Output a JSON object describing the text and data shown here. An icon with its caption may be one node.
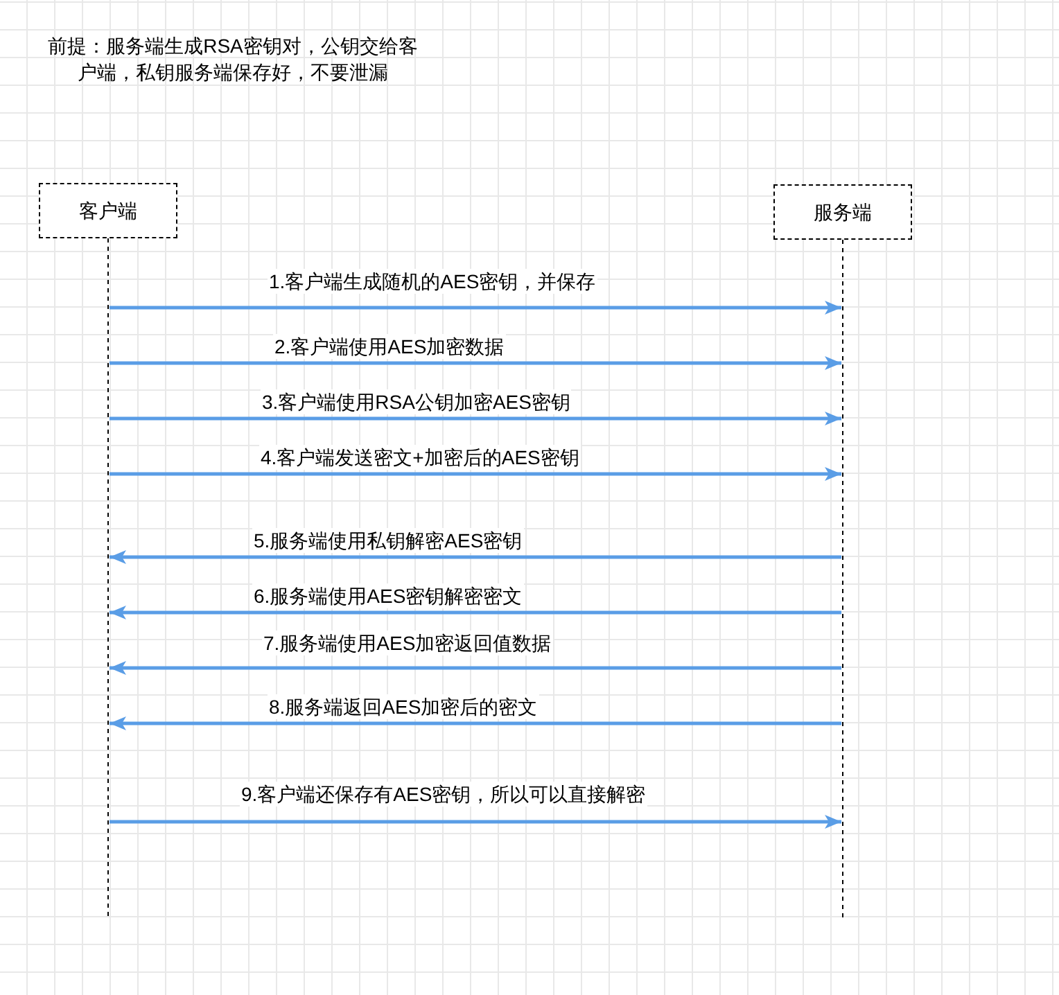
{
  "diagram": {
    "nodes": [
      {
        "text": [
          "客户端"
        ]
      },
      {
        "text": [
          "服务端"
        ]
      },
      {
        "text": [],
        "shape": "line"
      },
      {
        "text": [],
        "shape": "line"
      }
    ],
    "edges": [
      {
        "from": 2,
        "to": 3,
        "arrow": "to",
        "label": "1.客户端生成随机的AES密钥，并保存"
      },
      {
        "from": 2,
        "to": 3,
        "arrow": "to",
        "label": "2.客户端使用AES加密数据"
      },
      {
        "from": 2,
        "to": 3,
        "arrow": "to",
        "label": "3.客户端使用RSA公钥加密AES密钥"
      },
      {
        "from": 2,
        "to": 3,
        "arrow": "to",
        "label": "4.客户端发送密文+加密后的AES密钥"
      },
      {
        "from": 3,
        "to": 2,
        "arrow": "to",
        "label": "5.服务端使用私钥解密AES密钥"
      },
      {
        "from": 3,
        "to": 2,
        "arrow": "to",
        "label": "6.服务端使用AES密钥解密密文"
      },
      {
        "from": 3,
        "to": 2,
        "arrow": "to",
        "label": "7.服务端使用AES加密返回值数据"
      },
      {
        "from": 3,
        "to": 2,
        "arrow": "to",
        "label": "8.服务端返回AES加密后的密文"
      },
      {
        "from": 2,
        "to": 3,
        "arrow": "to",
        "label": "9.客户端还保存有AES密钥，所以可以直接解密"
      }
    ],
    "labels": [
      "前提：服务端生成RSA密钥对，公钥交给客户端，私钥服务端保存好，不要泄漏"
    ]
  }
}
